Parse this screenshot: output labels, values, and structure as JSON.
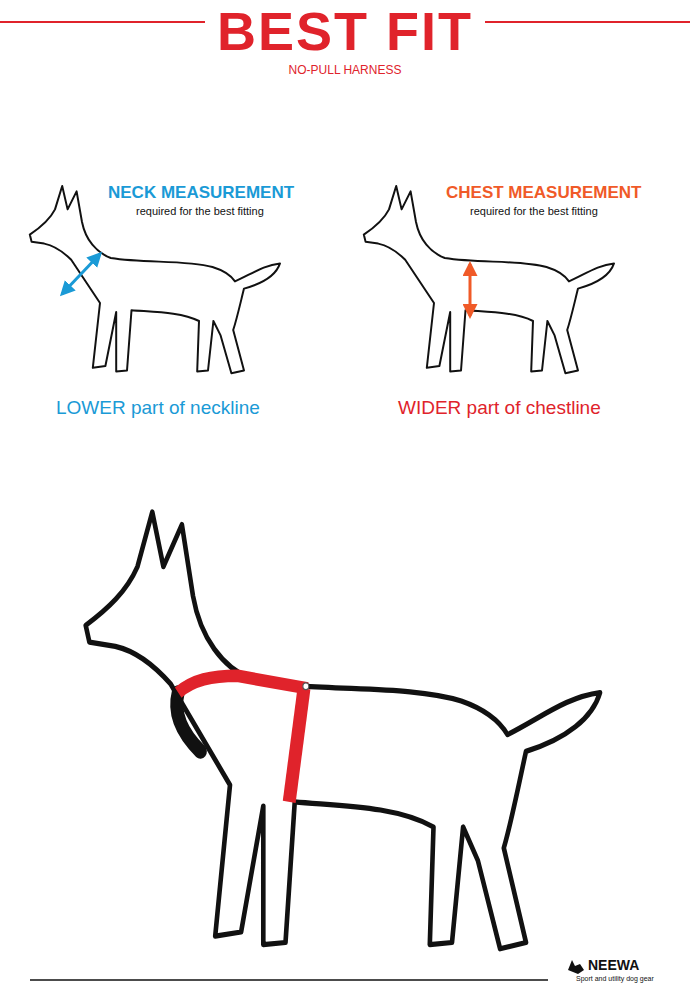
{
  "diagram": {
    "title": "BEST FIT",
    "labels": [
      "NO-PULL HARNESS",
      "NECK MEASUREMENT",
      "required for the best fitting",
      "LOWER part of neckline",
      "CHEST MEASUREMENT",
      "required for the best fitting",
      "WIDER part of chestline",
      "NEEWA",
      "Sport and utility dog gear"
    ]
  }
}
